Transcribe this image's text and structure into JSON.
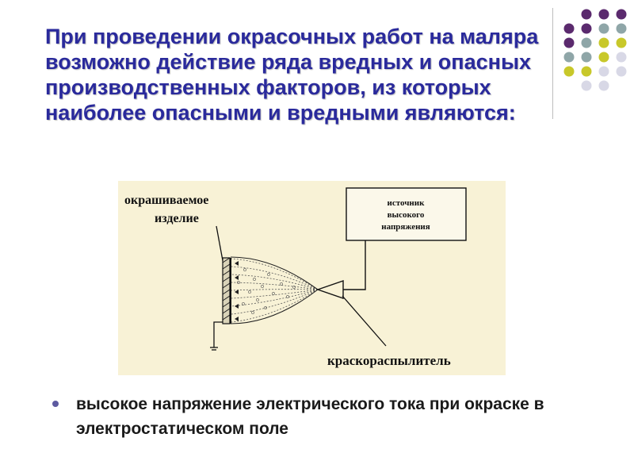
{
  "title": "При проведении окрасочных работ на маляра возможно действие ряда вредных и опасных производственных факторов, из которых наиболее опасными и вредными являются:",
  "decoration": {
    "dot_rows": [
      [
        "",
        "#5b2a6e",
        "#5b2a6e",
        "#5b2a6e"
      ],
      [
        "#5b2a6e",
        "#5b2a6e",
        "#8fa6a8",
        "#8fa6a8"
      ],
      [
        "#5b2a6e",
        "#8fa6a8",
        "#c8c82a",
        "#c8c82a"
      ],
      [
        "#8fa6a8",
        "#8fa6a8",
        "#c8c82a",
        "#d8d8e6"
      ],
      [
        "#c8c82a",
        "#c8c82a",
        "#d8d8e6",
        "#d8d8e6"
      ],
      [
        "",
        "#d8d8e6",
        "#d8d8e6",
        ""
      ]
    ]
  },
  "diagram": {
    "product_label_line1": "окрашиваемое",
    "product_label_line2": "изделие",
    "source_label_line1": "источник",
    "source_label_line2": "высокого",
    "source_label_line3": "напряжения",
    "sprayer_label": "краскораспылитель"
  },
  "bullets": [
    {
      "text": "высокое напряжение электрического тока при окраске в электростатическом поле"
    }
  ]
}
